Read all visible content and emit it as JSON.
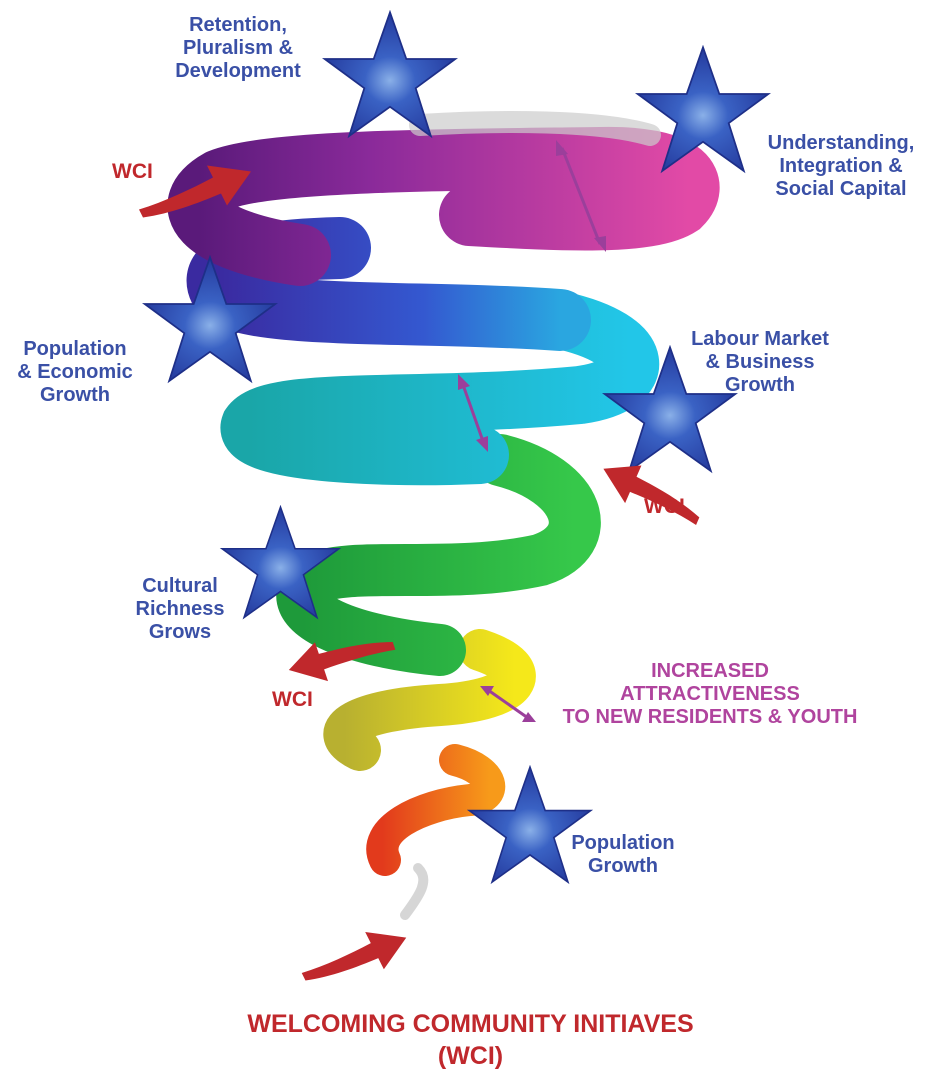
{
  "colors": {
    "star": "#2f4fb0",
    "label_blue": "#3a50a6",
    "wci_red": "#c0282c",
    "attract_magenta": "#b0449e",
    "arrow_double": "#9b3f9b"
  },
  "labels": {
    "retention": "Retention,\nPluralism &\nDevelopment",
    "understanding": "Understanding,\nIntegration &\nSocial Capital",
    "population_economic": "Population\n& Economic\nGrowth",
    "labour_market": "Labour Market\n& Business\nGrowth",
    "cultural": "Cultural\nRichness\nGrows",
    "population_growth": "Population\nGrowth",
    "attractiveness": "INCREASED\nATTRACTIVENESS\nTO NEW RESIDENTS & YOUTH"
  },
  "wci": {
    "top_left": "WCI",
    "right_mid": "WCI",
    "left_low": "WCI"
  },
  "title": {
    "line1": "WELCOMING COMMUNITY INITIAVES",
    "line2": "(WCI)"
  },
  "spiral_colors": [
    "#f03a1c",
    "#f7a21a",
    "#f5e81a",
    "#8fd12a",
    "#1fb84a",
    "#12c4c9",
    "#3a4ed8",
    "#6a28a8",
    "#e0409e"
  ]
}
